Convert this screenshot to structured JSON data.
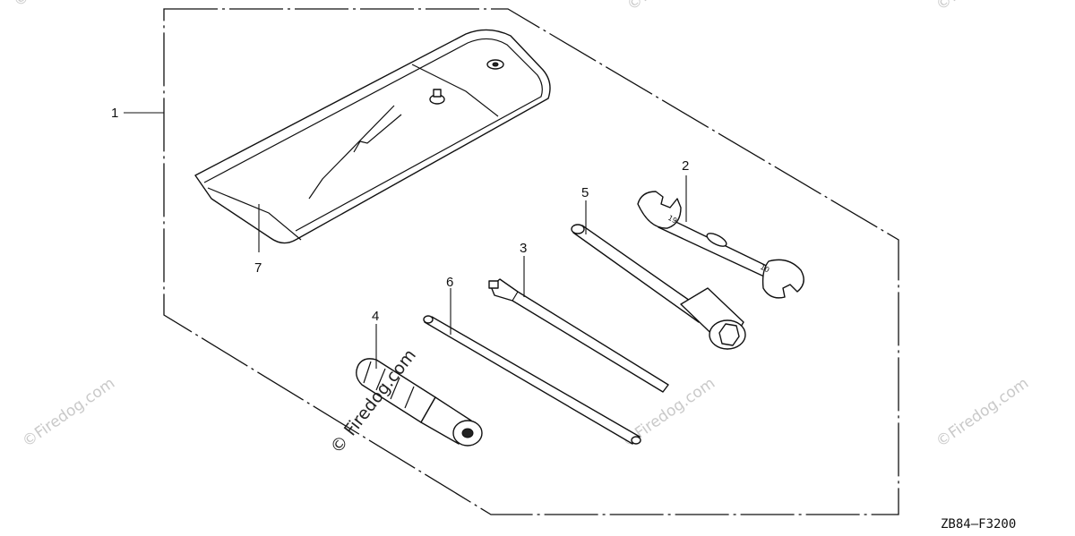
{
  "callouts": {
    "c1": "1",
    "c2": "2",
    "c3": "3",
    "c4": "4",
    "c5": "5",
    "c6": "6",
    "c7": "7"
  },
  "diagram_code": "ZB84—F3200",
  "watermark": {
    "main": "© Firedog.com",
    "faint": "©Firedog.com"
  }
}
